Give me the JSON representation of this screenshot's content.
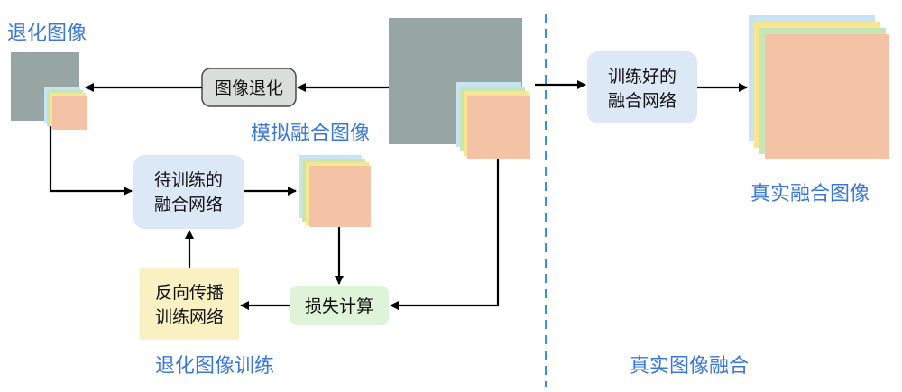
{
  "labels": {
    "degraded_image": "退化图像",
    "simulated_fusion_image": "模拟融合图像",
    "real_fusion_image": "真实融合图像",
    "degraded_image_training": "退化图像训练",
    "real_image_fusion": "真实图像融合"
  },
  "boxes": {
    "image_degradation": "图像退化",
    "untrained_network": [
      "待训练的",
      "融合网络"
    ],
    "trained_network": [
      "训练好的",
      "融合网络"
    ],
    "backprop_training": [
      "反向传播",
      "训练网络"
    ],
    "loss_calculation": "损失计算"
  },
  "colors": {
    "label_blue": "#3a78d6",
    "gray_square": "#97a6a2",
    "salmon_square": "#f4c3a6",
    "yellow_layer": "#f8e68f",
    "green_layer": "#c6e7b5",
    "blue_layer": "#c6e4f3",
    "network_box_fill": "#dce8f6",
    "loss_box_fill": "#dff3d8",
    "backprop_box_fill": "#faf1c3",
    "degrade_box_fill": "#d9dedb",
    "divider": "#3a92d6"
  }
}
